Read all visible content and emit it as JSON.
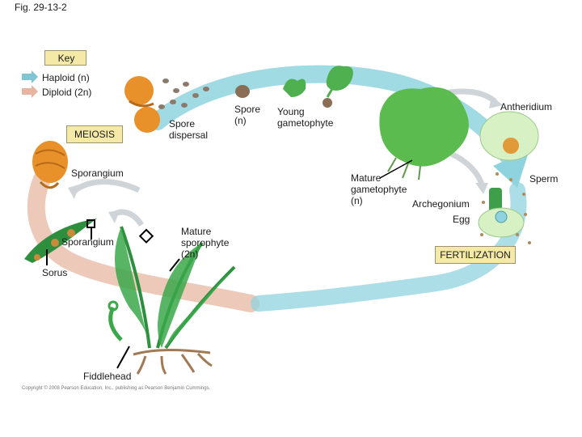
{
  "figure": {
    "title": "Fig. 29-13-2"
  },
  "key": {
    "title": "Key",
    "haploid": "Haploid (n)",
    "diploid": "Diploid (2n)",
    "colors": {
      "haploid": "#8fd3de",
      "diploid": "#ebc3b3"
    }
  },
  "labels": {
    "meiosis": "MEIOSIS",
    "spore_dispersal": "Spore dispersal",
    "spore": "Spore (n)",
    "young_gametophyte": "Young gametophyte",
    "antheridium": "Antheridium",
    "sporangium_top": "Sporangium",
    "mature_gametophyte": "Mature gametophyte (n)",
    "sperm": "Sperm",
    "archegonium": "Archegonium",
    "egg": "Egg",
    "fertilization": "FERTILIZATION",
    "sporangium_bottom": "Sporangium",
    "sorus": "Sorus",
    "mature_sporophyte": "Mature sporophyte (2n)",
    "fiddlehead": "Fiddlehead"
  },
  "copyright": "Copyright © 2008 Pearson Education, Inc., publishing as Pearson Benjamin Cummings."
}
